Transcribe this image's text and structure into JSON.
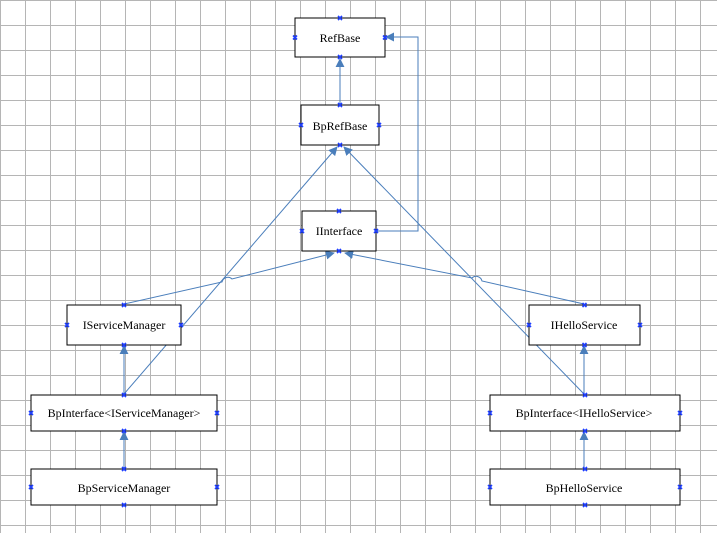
{
  "nodes": {
    "refbase": {
      "label": "RefBase"
    },
    "bprefbase": {
      "label": "BpRefBase"
    },
    "iinterface": {
      "label": "IInterface"
    },
    "iservicemanager": {
      "label": "IServiceManager"
    },
    "ihelloservice": {
      "label": "IHelloService"
    },
    "bpinterface_sm": {
      "label": "BpInterface<IServiceManager>"
    },
    "bpinterface_hello": {
      "label": "BpInterface<IHelloService>"
    },
    "bpservicemanager": {
      "label": "BpServiceManager"
    },
    "bphelloservice": {
      "label": "BpHelloService"
    }
  },
  "colors": {
    "box_fill": "#ffffff",
    "box_border": "#000000",
    "connector": "#4a7ebb",
    "handle": "#1f3fff",
    "grid": "#b5b5b5"
  }
}
